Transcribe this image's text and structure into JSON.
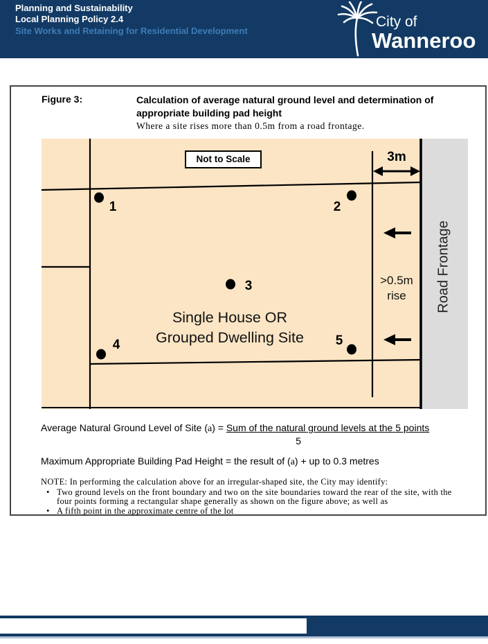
{
  "header": {
    "line1": "Planning and Sustainability",
    "line2": "Local Planning Policy 2.4",
    "line3": "Site Works and Retaining for Residential Development",
    "bg_color": "#123a64",
    "subtitle_color": "#3e7cb8",
    "logo": {
      "city_of": "City of",
      "name": "Wanneroo"
    }
  },
  "figure": {
    "label": "Figure 3:",
    "title_line1": "Calculation of average natural ground level and determination of",
    "title_line2": "appropriate building pad height",
    "subtitle": "Where a site rises more than 0.5m from a road frontage.",
    "diagram": {
      "not_to_scale": "Not to Scale",
      "dim_3m": "3m",
      "rise_line1": ">0.5m",
      "rise_line2": "rise",
      "site_line1": "Single House OR",
      "site_line2": "Grouped Dwelling Site",
      "road_frontage": "Road Frontage",
      "points": [
        "1",
        "2",
        "3",
        "4",
        "5"
      ],
      "site_color": "#fbe5c5",
      "road_color": "#dcdcdc"
    }
  },
  "formula1": {
    "prefix": "Average Natural Ground Level of Site (",
    "var": "a",
    "mid": ") = ",
    "numerator": "Sum of the natural ground levels at the 5 points",
    "denominator": "5"
  },
  "formula2": {
    "prefix": "Maximum Appropriate Building Pad Height = the result of (",
    "var": "a",
    "suffix": ") + up to 0.3 metres"
  },
  "note": {
    "heading": "NOTE: In performing the calculation above for an irregular-shaped site, the City may identify:",
    "bullet_glyph": "•",
    "bullets": [
      "Two ground levels on the front boundary and two on the site boundaries toward the rear of the site, with the four points forming a rectangular shape generally as shown on the figure above; as well as",
      "A fifth point in the approximate centre of the lot"
    ]
  }
}
